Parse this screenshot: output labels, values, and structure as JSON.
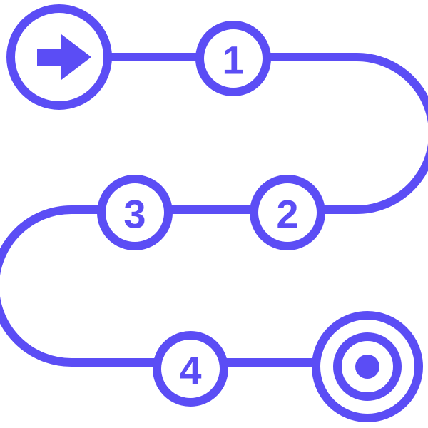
{
  "colors": {
    "accent": "#5b4df5",
    "background": "#ffffff"
  },
  "start": {
    "icon": "arrow-right-icon"
  },
  "steps": [
    {
      "label": "1"
    },
    {
      "label": "2"
    },
    {
      "label": "3"
    },
    {
      "label": "4"
    }
  ],
  "goal": {
    "icon": "target-icon"
  }
}
